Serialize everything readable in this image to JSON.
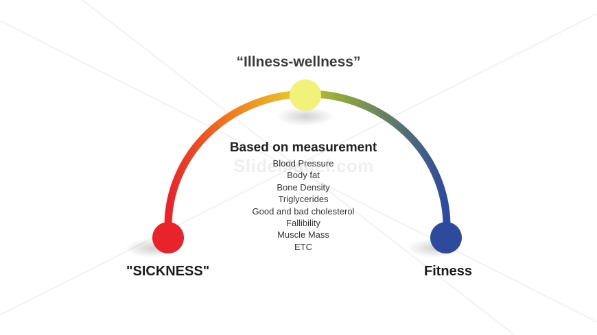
{
  "diagram": {
    "top_label": "“Illness-wellness”",
    "left_label": "\"SICKNESS\"",
    "right_label": "Fitness",
    "center_heading": "Based on measurement",
    "measurements": [
      "Blood Pressure",
      "Body fat",
      "Bone Density",
      "Triglycerides",
      "Good and bad cholesterol",
      "Fallibility",
      "Muscle Mass",
      "ETC"
    ],
    "watermark": "SlideModel.com"
  },
  "colors": {
    "sickness": "#e8232b",
    "orange": "#f07a1e",
    "top_node": "#f2f27a",
    "yellow": "#e6c82a",
    "green": "#8fa83c",
    "fitness": "#2e4a9c"
  }
}
